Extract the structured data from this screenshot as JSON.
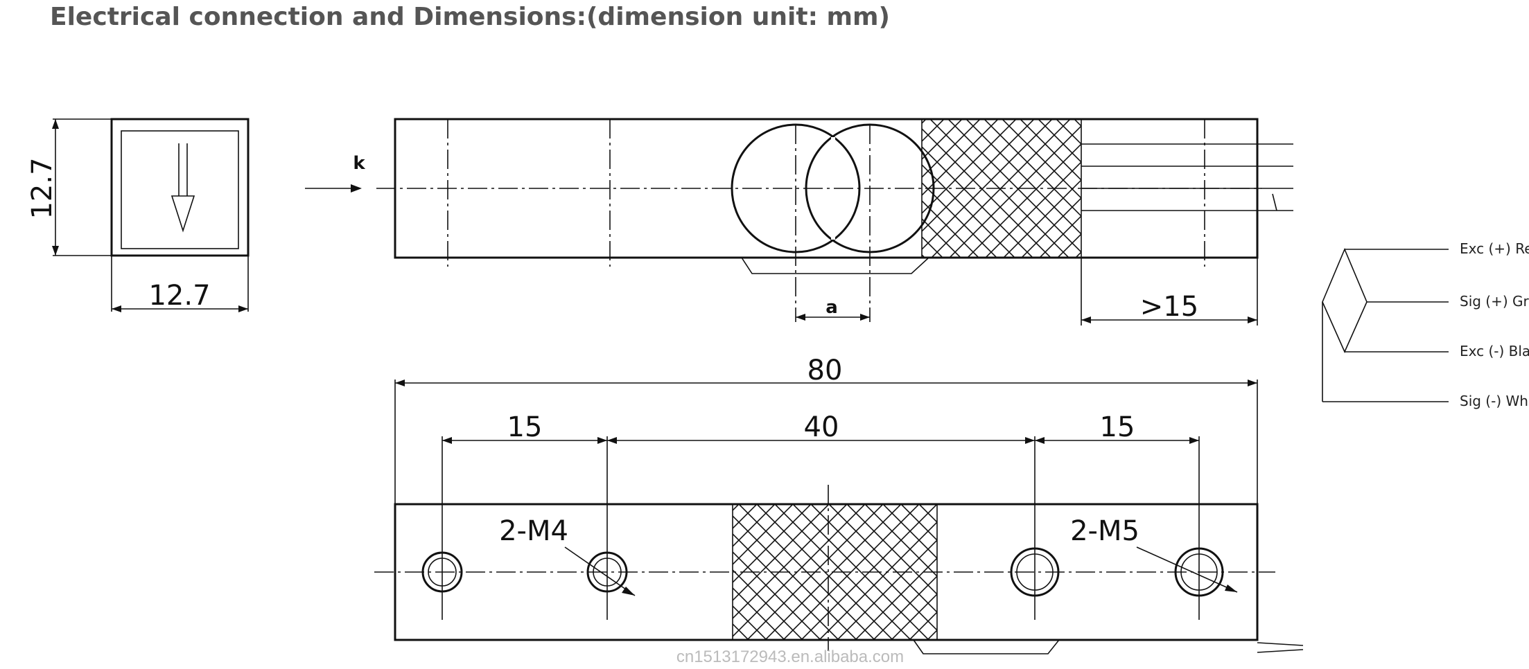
{
  "header": {
    "title": "Electrical connection and Dimensions:(dimension unit: mm)"
  },
  "end_view": {
    "height_label": "12.7",
    "width_label": "12.7"
  },
  "side_view": {
    "force_label": "k",
    "gap_label": "a",
    "cable_label": ">15"
  },
  "top_view": {
    "length_label": "80",
    "left_pitch_label": "15",
    "center_pitch_label": "40",
    "right_pitch_label": "15",
    "left_thread_label": "2-M4",
    "right_thread_label": "2-M5"
  },
  "wiring": {
    "wires": [
      {
        "label": "Exc (+) Red"
      },
      {
        "label": "Sig (+) Green"
      },
      {
        "label": "Exc (-) Black"
      },
      {
        "label": "Sig (-) White"
      }
    ]
  },
  "watermark": {
    "text": "cn1513172943.en.alibaba.com"
  }
}
